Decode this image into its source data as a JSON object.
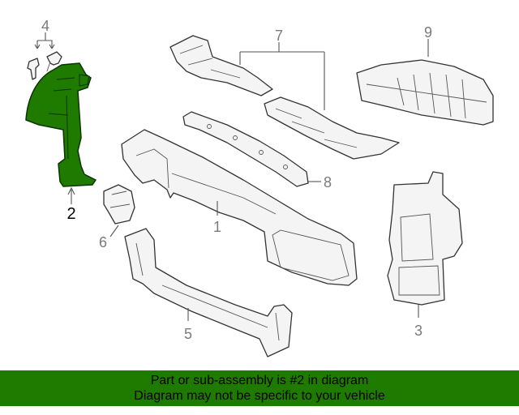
{
  "callouts": {
    "c1": "1",
    "c2": "2",
    "c3": "3",
    "c4": "4",
    "c5": "5",
    "c6": "6",
    "c7": "7",
    "c8": "8",
    "c9": "9"
  },
  "highlight_color": "#1f7a00",
  "banner": {
    "line1": "Part or sub-assembly is #2 in diagram",
    "line2": "Diagram may not be specific to your vehicle"
  }
}
